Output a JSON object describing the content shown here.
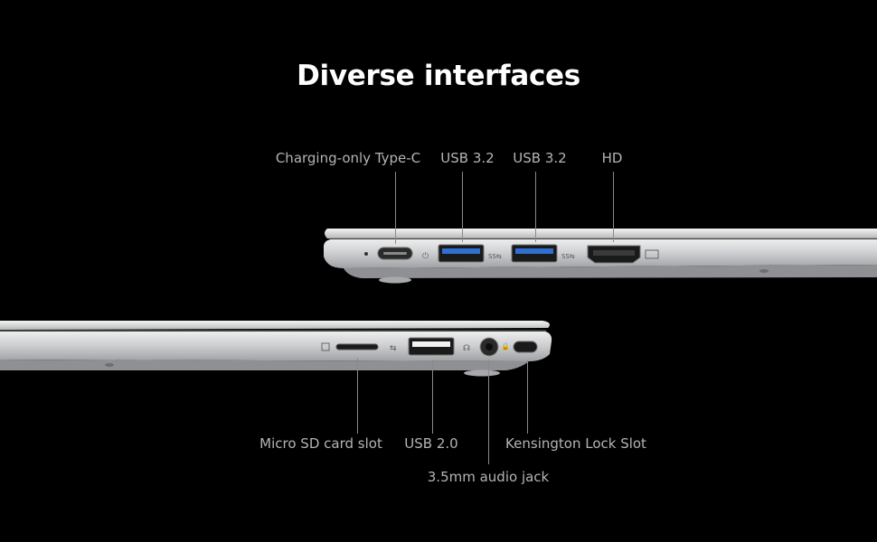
{
  "title": "Diverse interfaces",
  "colors": {
    "background": "#000000",
    "title": "#ffffff",
    "label": "#b4b4b4",
    "leader_line": "#8a8a8a",
    "chassis": "#c9cacc",
    "port": "#1a1a1a",
    "usb3_tongue": "#2f6fd0"
  },
  "right_side": {
    "ports": [
      {
        "label": "Charging-only Type-C",
        "icon": "usb-c-port"
      },
      {
        "label": "USB 3.2",
        "icon": "usb-3-port"
      },
      {
        "label": "USB 3.2",
        "icon": "usb-3-port"
      },
      {
        "label": "HD",
        "icon": "hdmi-port"
      }
    ]
  },
  "left_side": {
    "ports": [
      {
        "label": "Micro SD card slot",
        "icon": "micro-sd-slot"
      },
      {
        "label": "USB 2.0",
        "icon": "usb-2-port"
      },
      {
        "label": "3.5mm audio jack",
        "icon": "audio-jack"
      },
      {
        "label": "Kensington Lock Slot",
        "icon": "kensington-lock-slot"
      }
    ]
  }
}
